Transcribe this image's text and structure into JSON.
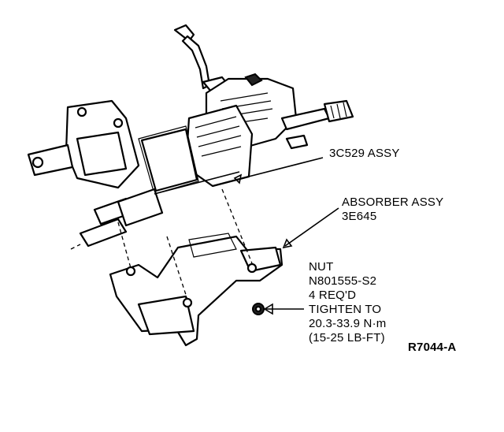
{
  "labels": {
    "part_3c529": "3C529 ASSY",
    "absorber_line1": "ABSORBER ASSY",
    "absorber_line2": "3E645",
    "nut_line1": "NUT",
    "nut_line2": "N801555-S2",
    "nut_line3": "4 REQ'D",
    "nut_line4": "TIGHTEN TO",
    "nut_line5": "20.3-33.9 N·m",
    "nut_line6": "(15-25 LB-FT)",
    "figure_code": "R7044-A"
  },
  "colors": {
    "ink": "#000000",
    "background": "#ffffff"
  }
}
